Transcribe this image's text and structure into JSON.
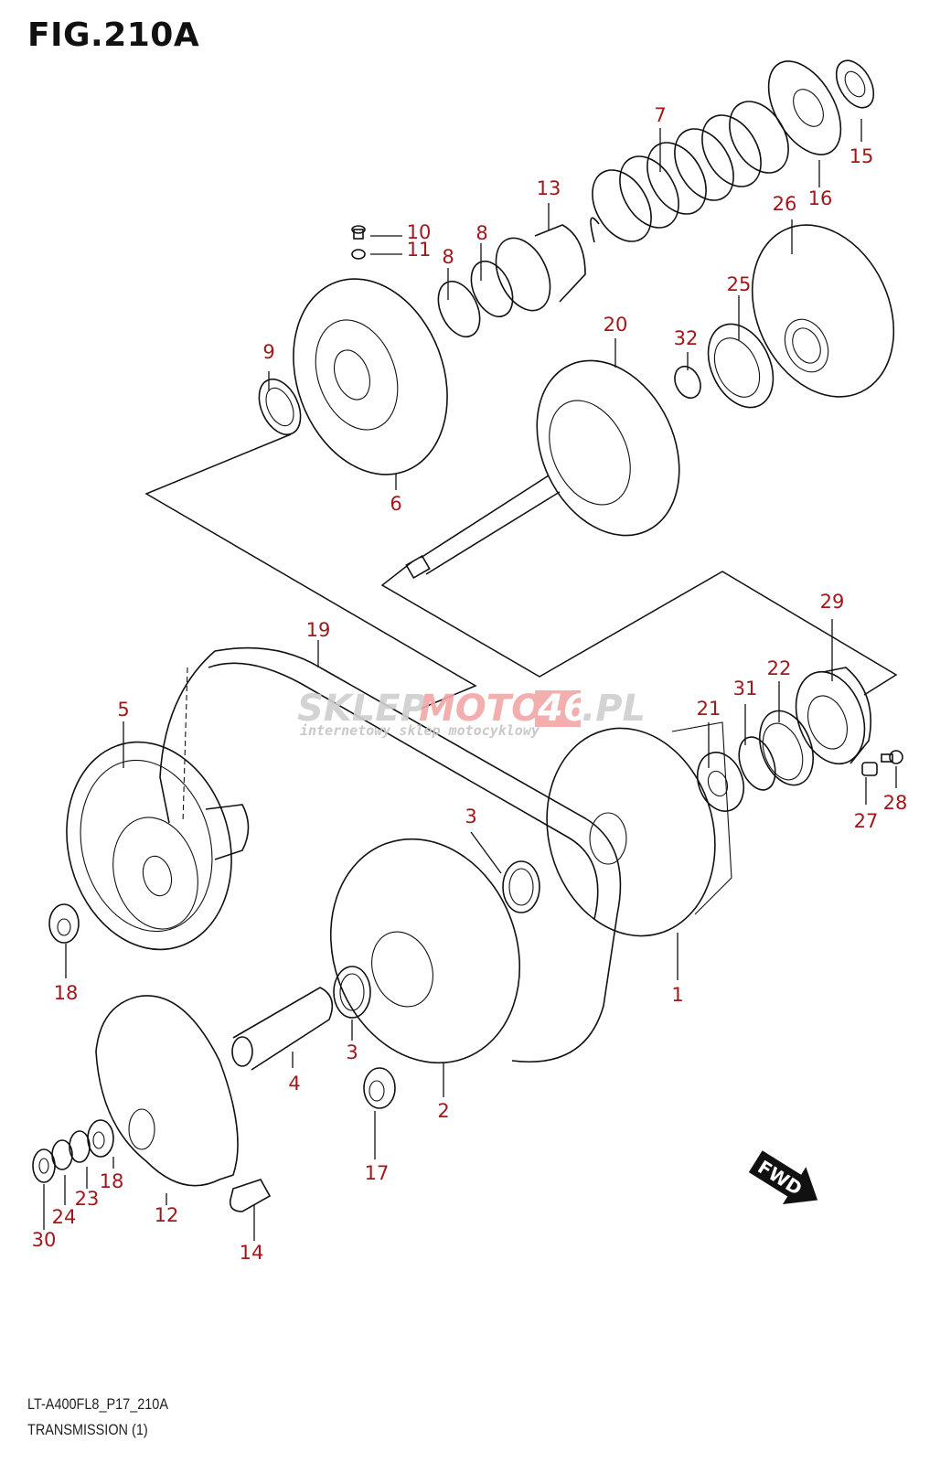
{
  "figure": {
    "title": "FIG.210A",
    "model_code": "LT-A400FL8_P17_210A",
    "section_name": "TRANSMISSION (1)"
  },
  "watermark": {
    "brand_part1": "SKLEP",
    "brand_part2": "MOTO",
    "brand_part3": "46",
    "brand_suffix": ".PL",
    "tagline": "internetowy sklep motocyklowy"
  },
  "direction_arrow": {
    "label": "FWD"
  },
  "callout_color": "#a3171b",
  "callouts": [
    {
      "id": "c7",
      "number": "7"
    },
    {
      "id": "c15",
      "number": "15"
    },
    {
      "id": "c16",
      "number": "16"
    },
    {
      "id": "c13",
      "number": "13"
    },
    {
      "id": "c26",
      "number": "26"
    },
    {
      "id": "c10",
      "number": "10"
    },
    {
      "id": "c11",
      "number": "11"
    },
    {
      "id": "c8a",
      "number": "8"
    },
    {
      "id": "c8b",
      "number": "8"
    },
    {
      "id": "c25",
      "number": "25"
    },
    {
      "id": "c20",
      "number": "20"
    },
    {
      "id": "c32",
      "number": "32"
    },
    {
      "id": "c9",
      "number": "9"
    },
    {
      "id": "c6",
      "number": "6"
    },
    {
      "id": "c29",
      "number": "29"
    },
    {
      "id": "c19",
      "number": "19"
    },
    {
      "id": "c22",
      "number": "22"
    },
    {
      "id": "c31",
      "number": "31"
    },
    {
      "id": "c21",
      "number": "21"
    },
    {
      "id": "c5",
      "number": "5"
    },
    {
      "id": "c28",
      "number": "28"
    },
    {
      "id": "c27",
      "number": "27"
    },
    {
      "id": "c3a",
      "number": "3"
    },
    {
      "id": "c18a",
      "number": "18"
    },
    {
      "id": "c1",
      "number": "1"
    },
    {
      "id": "c3b",
      "number": "3"
    },
    {
      "id": "c4",
      "number": "4"
    },
    {
      "id": "c2",
      "number": "2"
    },
    {
      "id": "c18b",
      "number": "18"
    },
    {
      "id": "c23",
      "number": "23"
    },
    {
      "id": "c12",
      "number": "12"
    },
    {
      "id": "c17",
      "number": "17"
    },
    {
      "id": "c24",
      "number": "24"
    },
    {
      "id": "c30",
      "number": "30"
    },
    {
      "id": "c14",
      "number": "14"
    }
  ]
}
